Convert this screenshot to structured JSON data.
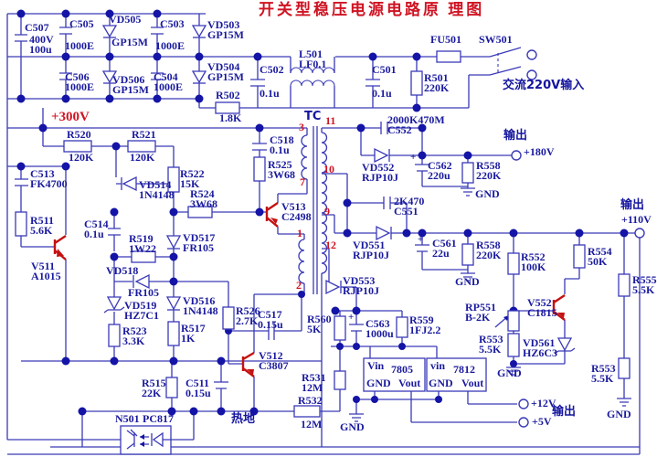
{
  "title": "开关型稳压电源电路原 理图",
  "colors": {
    "wire": "#3a3ab8",
    "label_text": "#1a1a9e",
    "accent_red": "#cf1322",
    "junction_dot": "#1414a6",
    "background": "#ffffff"
  },
  "input_stage": {
    "c507": "C507",
    "c507_v": "400V\n100u",
    "c505": "C505",
    "c505_v": "1000E",
    "vd505": "VD505",
    "vd505_v": "GP15M",
    "c503": "C503",
    "c503_v": "1000E",
    "vd503": "VD503\nGP15M",
    "c506": "C506\n1000E",
    "vd506": "VD506\nGP15M",
    "c504": "C504\n1000E",
    "vd504": "VD504\nGP15M",
    "r502": "R502",
    "r502_v": "1.8K",
    "c502": "C502",
    "c502_v": "0.1u",
    "l501": "L501\nLF0.1",
    "c501": "C501",
    "c501_v": "0.1u",
    "fu501": "FU501",
    "sw501": "SW501",
    "r501": "R501\n220K",
    "ac_input": "交流220V输入"
  },
  "primary_side": {
    "rail": "+300V",
    "r520": "R520",
    "r520_v": "120K",
    "r521": "R521",
    "r521_v": "120K",
    "c513": "C513\nFK4700",
    "vd514": "VD514\n1N4148",
    "r522": "R522\n15K",
    "r524": "R524\n3W68",
    "r511": "R511\n5.6K",
    "c514": "C514\n0.1u",
    "v511": "V511\nA1015",
    "r519": "R519\n1W22",
    "vd517": "VD517\nFR105",
    "vd518": "VD518",
    "vd518_v": "FR105",
    "vd519": "VD519\nHZ7C1",
    "vd516": "VD516\n1N4148",
    "r523": "R523\n3.3K",
    "r517": "R517\n1K",
    "r526": "R526\n2.7K",
    "c517": "C517\n0.15u",
    "v512": "V512\nC3807",
    "r515": "R515\n22K",
    "c511": "C511\n0.15u",
    "n501": "N501",
    "n501_part": "PC817",
    "hot_ground": "热地",
    "c518": "C518\n0.1u",
    "r525": "R525\n3W68",
    "v513": "V513\nC2498"
  },
  "transformer": {
    "name": "TC",
    "p3": "3",
    "p11": "11",
    "p10": "10",
    "p7": "7",
    "p9": "9",
    "p1": "1",
    "p12": "12",
    "p2": "2"
  },
  "secondary_side": {
    "c552": "2000K470M\nC552",
    "vd552": "VD552\nRJP10J",
    "c562": "C562\n220u",
    "r558": "R558\n220K",
    "gnd": "GND",
    "plus": "+",
    "out_label": "输出",
    "out_180": "+180V",
    "c551": "2K470\nC551",
    "vd551": "VD551\nRJP10J",
    "c561": "C561\n22u",
    "out_110": "+110V",
    "r552": "R552\n100K",
    "r554": "R554\n50K",
    "r555": "R555\n5.5K",
    "v552": "V552\nC1815",
    "rp551": "RP551\nB-2K",
    "r553": "R553\n5.5K",
    "vd561": "VD561\nHZ6C3",
    "vd553": "VD553\nRJP10J",
    "r560": "R560\n5K",
    "c563": "C563\n1000u",
    "r559": "R559\n1FJ2.2",
    "r531": "R531\n12M",
    "r532": "R532",
    "r532_v": "12M",
    "reg7805": {
      "vin": "Vin",
      "part": "7805",
      "gnd": "GND",
      "vout": "Vout"
    },
    "reg7812": {
      "vin": "vin",
      "part": "7812",
      "gnd": "GND",
      "vout": "Vout"
    },
    "out_12": "+12V",
    "out_5": "+5V"
  }
}
